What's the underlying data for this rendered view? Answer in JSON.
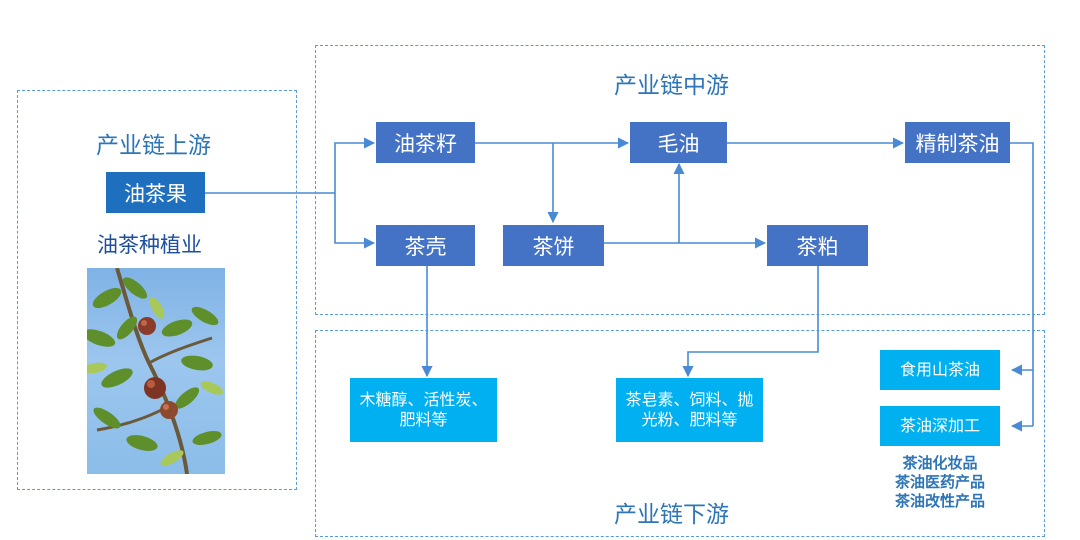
{
  "regions": {
    "upstream": {
      "title": "产业链上游",
      "subtitle": "油茶种植业"
    },
    "midstream": {
      "title": "产业链中游"
    },
    "downstream": {
      "title": "产业链下游"
    }
  },
  "nodes": {
    "youchaguo": "油茶果",
    "youchazi": "油茶籽",
    "chaqiao": "茶壳",
    "chabing": "茶饼",
    "maoyou": "毛油",
    "chapo": "茶粕",
    "jingzhi": "精制茶油"
  },
  "products": {
    "shell_products": "木糖醇、活性炭、肥料等",
    "meal_products": "茶皂素、饲料、抛光粉、肥料等",
    "edible_oil": "食用山茶油",
    "deep_processing": "茶油深加工",
    "deep_items": [
      "茶油化妆品",
      "茶油医药产品",
      "茶油改性产品"
    ]
  },
  "colors": {
    "region_border": "#5b9bd5",
    "title_text": "#2e75b6",
    "midstream_box": "#4472c4",
    "upstream_box": "#1f6fbf",
    "downstream_box": "#00b0f0",
    "arrow": "#4a8ad4"
  },
  "images": {
    "photo_subject": "camellia-oleifera-fruit-branch-photo"
  }
}
